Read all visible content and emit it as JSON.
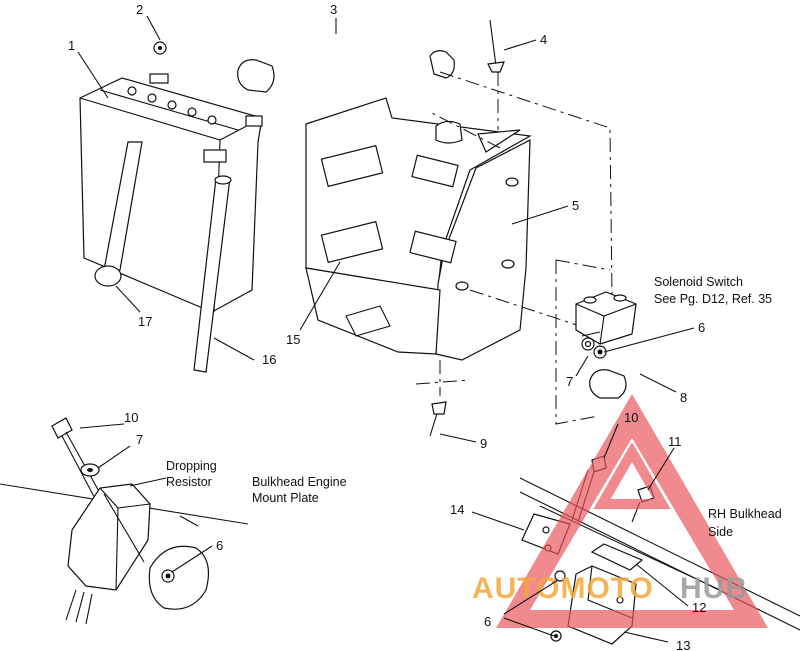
{
  "callouts": {
    "c1": "1",
    "c2": "2",
    "c3": "3",
    "c4": "4",
    "c5": "5",
    "c6a": "6",
    "c6b": "6",
    "c6c": "6",
    "c7a": "7",
    "c7b": "7",
    "c8": "8",
    "c9": "9",
    "c10a": "10",
    "c10b": "10",
    "c11": "11",
    "c12": "12",
    "c13": "13",
    "c14": "14",
    "c15": "15",
    "c16": "16",
    "c17": "17"
  },
  "notes": {
    "solenoid_1": "Solenoid Switch",
    "solenoid_2": "See Pg. D12, Ref. 35",
    "resistor_1": "Dropping",
    "resistor_2": "Resistor",
    "bulkhead_1": "Bulkhead Engine",
    "bulkhead_2": "Mount Plate",
    "rh_1": "RH Bulkhead",
    "rh_2": "Side"
  },
  "watermark": {
    "part1": "AUTOMOTO",
    "part2": "HUB",
    "color_red": "#e8545a",
    "color_orange": "#f2a93b",
    "color_gray": "#9a9a9a"
  }
}
